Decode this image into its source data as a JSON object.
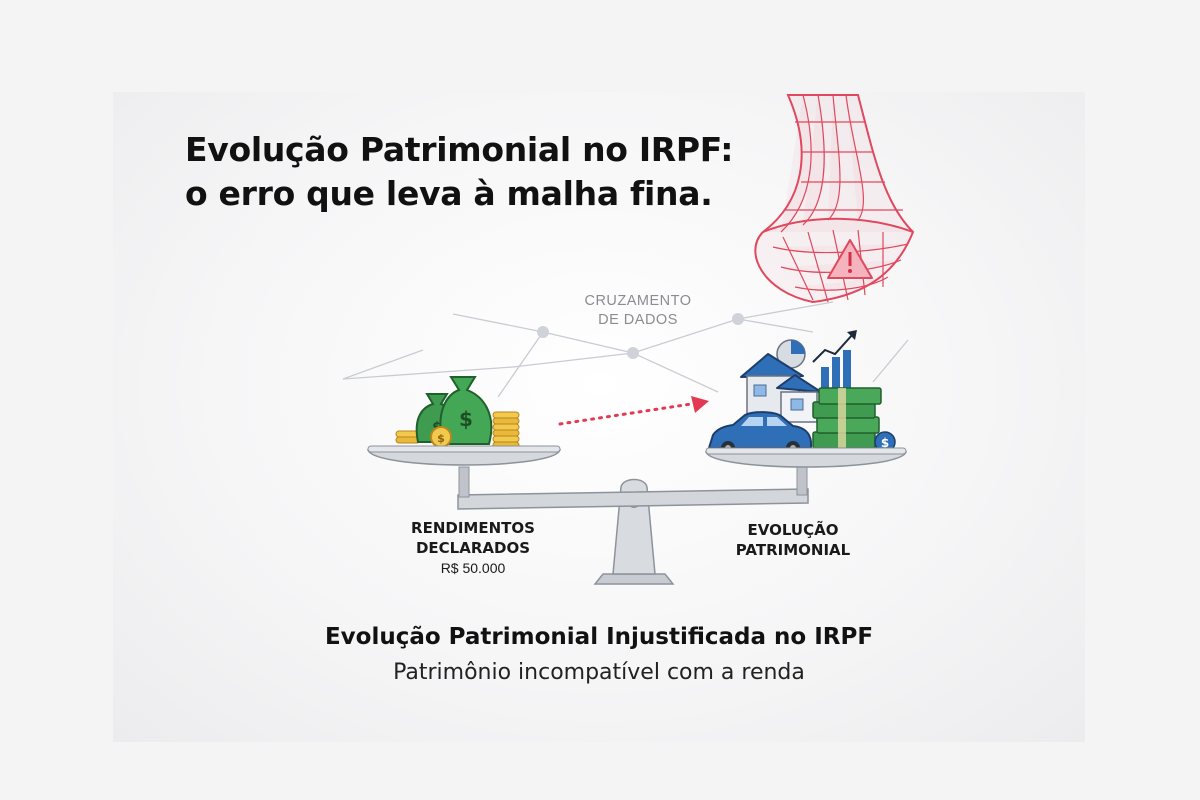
{
  "title": {
    "line1": "Evolução Patrimonial no IRPF:",
    "line2": "o erro que leva à malha fina."
  },
  "network_label": {
    "line1": "CRUZAMENTO",
    "line2": "DE DADOS"
  },
  "left_pan": {
    "line1": "RENDIMENTOS",
    "line2": "DECLARADOS",
    "amount": "R$ 50.000"
  },
  "right_pan": {
    "line1": "EVOLUÇÃO",
    "line2": "PATRIMONIAL"
  },
  "subtitle": "Evolução Patrimonial Injustificada no IRPF",
  "tagline": "Patrimônio incompatível com a renda",
  "icons": [
    "warning-icon",
    "money-bag-icon",
    "coin-stack-icon",
    "house-icon",
    "car-icon",
    "cash-stack-icon",
    "growth-chart-icon",
    "pie-chart-icon",
    "balance-scale-icon",
    "net-icon"
  ],
  "colors": {
    "net": "#e0485e",
    "arrow": "#e23a52",
    "money_green": "#3a9a4a",
    "house_blue": "#2f6fb8",
    "scale_gray": "#c8ccd2"
  }
}
